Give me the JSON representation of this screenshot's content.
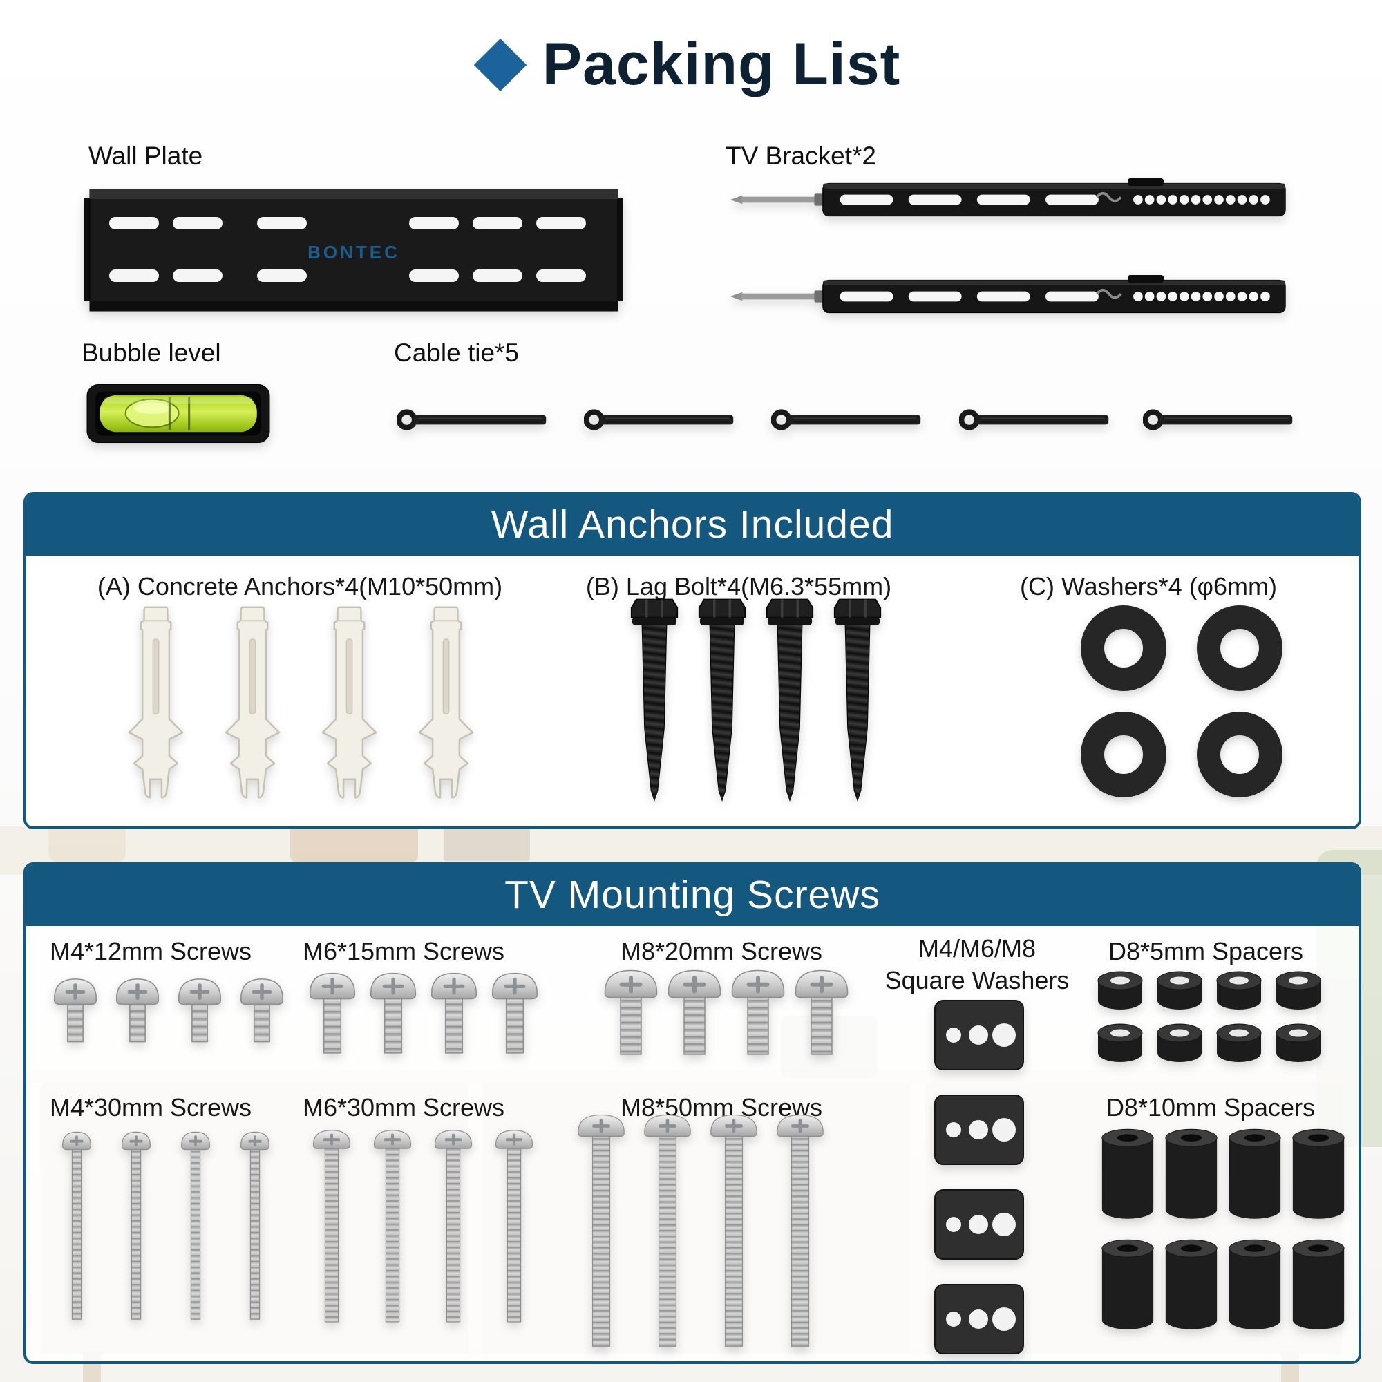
{
  "page": {
    "title": "Packing List"
  },
  "brand": "BONTEC",
  "colors": {
    "accent_blue": "#14587f",
    "title_navy": "#0d2133",
    "diamond_blue": "#1d639b"
  },
  "top_items": {
    "wall_plate": {
      "label": "Wall Plate"
    },
    "tv_bracket": {
      "label": "TV Bracket*2"
    },
    "bubble_level": {
      "label": "Bubble level"
    },
    "cable_tie": {
      "label": "Cable tie*5"
    }
  },
  "wall_anchors": {
    "title": "Wall Anchors Included",
    "items": [
      {
        "label": "(A) Concrete Anchors*4(M10*50mm)"
      },
      {
        "label": "(B) Lag Bolt*4(M6.3*55mm)"
      },
      {
        "label": "(C) Washers*4 (φ6mm)"
      }
    ]
  },
  "tv_screws": {
    "title": "TV Mounting Screws",
    "m4_12": "M4*12mm Screws",
    "m6_15": "M6*15mm Screws",
    "m8_20": "M8*20mm Screws",
    "square_washers_line1": "M4/M6/M8",
    "square_washers_line2": "Square Washers",
    "d8_5": "D8*5mm Spacers",
    "m4_30": "M4*30mm Screws",
    "m6_30": "M6*30mm Screws",
    "m8_50": "M8*50mm Screws",
    "d8_10": "D8*10mm Spacers"
  }
}
